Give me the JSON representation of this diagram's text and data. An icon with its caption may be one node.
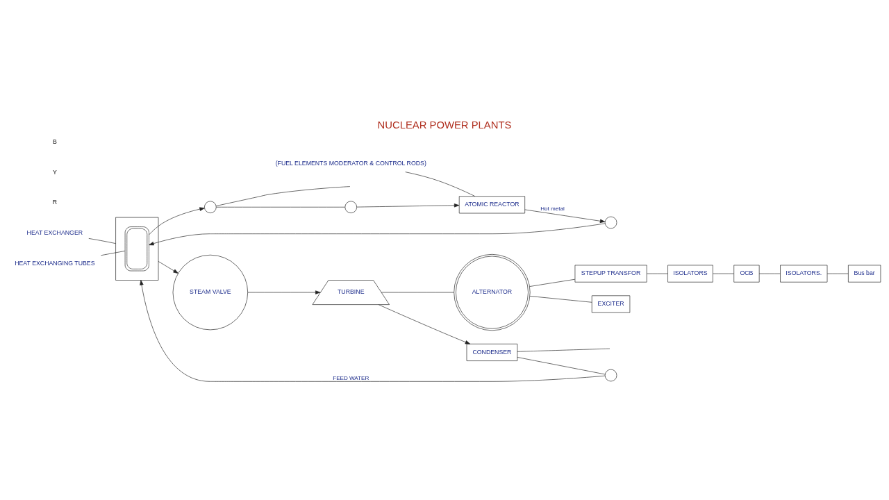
{
  "diagram": {
    "title": "NUCLEAR POWER PLANTS",
    "nodes": [
      {
        "text": [
          "ATOMIC REACTOR"
        ]
      },
      {
        "text": [
          "(FUEL ELEMENTS MODERATOR & CONTROL RODS)"
        ]
      },
      {
        "text": [],
        "shape": "box"
      },
      {
        "text": [
          "HEAT EXCHANGER"
        ]
      },
      {
        "text": [],
        "shape": "coil",
        "in": 2
      },
      {
        "text": [
          "HEAT EXCHANGING TUBES"
        ]
      },
      {
        "text": [],
        "shape": "circle"
      },
      {
        "text": [],
        "shape": "circle"
      },
      {
        "text": [],
        "shape": "circle"
      },
      {
        "text": [
          "STEAM VALVE"
        ]
      },
      {
        "text": [
          "TURBINE"
        ]
      },
      {
        "text": [
          "ALTERNATOR"
        ]
      },
      {
        "text": [
          "EXCITER"
        ]
      },
      {
        "text": [
          "CONDENSER"
        ]
      },
      {
        "text": [],
        "shape": "circle"
      },
      {
        "text": [
          "STEPUP TRANSFOR"
        ]
      },
      {
        "text": [
          "ISOLATORS"
        ]
      },
      {
        "text": [
          "OCB"
        ]
      },
      {
        "text": [
          "ISOLATORS."
        ]
      },
      {
        "text": [
          "Bus bar"
        ]
      }
    ],
    "edges": [
      {
        "from": 1,
        "to": 0,
        "arrow": "none"
      },
      {
        "from": 3,
        "to": 2,
        "arrow": "none"
      },
      {
        "from": 5,
        "to": 4,
        "arrow": "none"
      },
      {
        "from": 0,
        "to": 6,
        "arrow": "to",
        "label": "Hot metal"
      },
      {
        "from": 6,
        "to": 4,
        "arrow": "to"
      },
      {
        "from": 4,
        "to": 8,
        "arrow": "to"
      },
      {
        "from": 8,
        "to": 7,
        "arrow": "none"
      },
      {
        "from": 7,
        "to": 0,
        "arrow": "to"
      },
      {
        "from": 8,
        "to": null,
        "arrow": "none"
      },
      {
        "from": 2,
        "to": 9,
        "arrow": "to"
      },
      {
        "from": 9,
        "to": 10,
        "arrow": "to"
      },
      {
        "from": 10,
        "to": 11,
        "arrow": "none"
      },
      {
        "from": 11,
        "to": 12,
        "arrow": "none"
      },
      {
        "from": 10,
        "to": 13,
        "arrow": "to"
      },
      {
        "from": 13,
        "to": 14,
        "arrow": "none"
      },
      {
        "from": 14,
        "to": 2,
        "arrow": "to",
        "label": "FEED WATER"
      },
      {
        "from": 13,
        "to": null,
        "arrow": "none"
      },
      {
        "from": 11,
        "to": 15,
        "arrow": "none"
      },
      {
        "from": 15,
        "to": 16,
        "arrow": "none"
      },
      {
        "from": 16,
        "to": 17,
        "arrow": "none"
      },
      {
        "from": 17,
        "to": 18,
        "arrow": "none"
      },
      {
        "from": 18,
        "to": 19,
        "arrow": "none"
      }
    ],
    "labels": [
      "R",
      "Y",
      "B"
    ]
  }
}
